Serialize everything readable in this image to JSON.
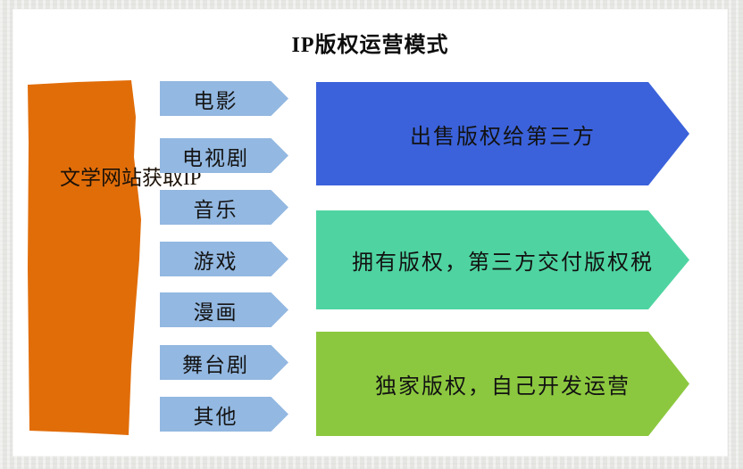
{
  "title": "IP版权运营模式",
  "source": {
    "label": "文学网站获取IP"
  },
  "channels": [
    {
      "label": "电影"
    },
    {
      "label": "电视剧"
    },
    {
      "label": "音乐"
    },
    {
      "label": "游戏"
    },
    {
      "label": "漫画"
    },
    {
      "label": "舞台剧"
    },
    {
      "label": "其他"
    }
  ],
  "modes": [
    {
      "label": "出售版权给第三方",
      "color": "#3b62db"
    },
    {
      "label": "拥有版权，第三方交付版权税",
      "color": "#4fd4a1"
    },
    {
      "label": "独家版权，自己开发运营",
      "color": "#8cc83f"
    }
  ],
  "colors": {
    "source_banner": "#e16d09",
    "channel_arrow": "#93b8e1",
    "mode_sell": "#3b62db",
    "mode_royalty": "#4fd4a1",
    "mode_exclusive": "#8cc83f",
    "panel_background": "#ffffff",
    "page_background": "#e9e9e6",
    "text": "#141414"
  }
}
